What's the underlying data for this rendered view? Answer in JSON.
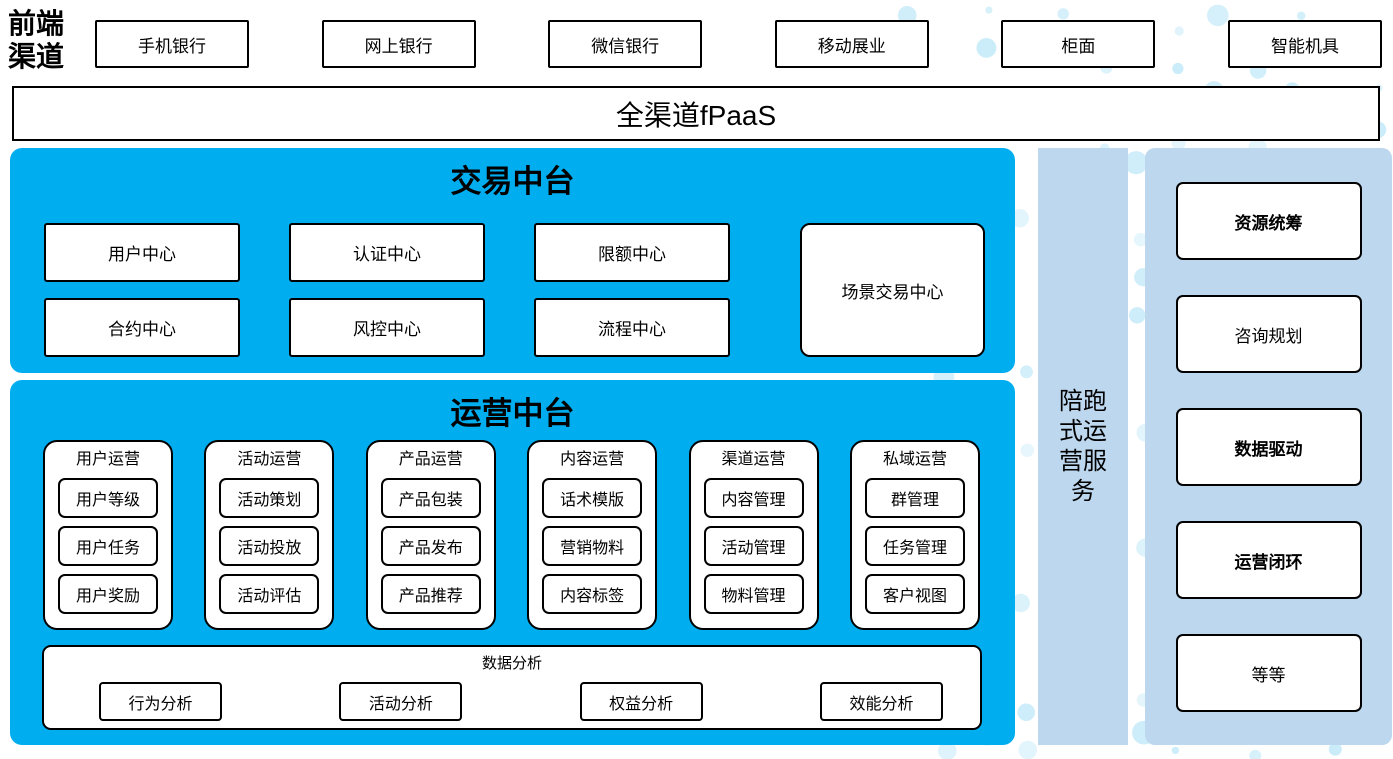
{
  "colors": {
    "primary_blue": "#00AEEF",
    "panel_light_blue": "#BDD7EE",
    "dot_color": "#C7EBF9",
    "border": "#000000"
  },
  "front_channels": {
    "label": "前端渠道",
    "items": [
      {
        "label": "手机银行"
      },
      {
        "label": "网上银行"
      },
      {
        "label": "微信银行"
      },
      {
        "label": "移动展业"
      },
      {
        "label": "柜面"
      },
      {
        "label": "智能机具"
      }
    ]
  },
  "fpaas_bar": {
    "label": "全渠道fPaaS"
  },
  "trade_platform": {
    "title": "交易中台",
    "centers": [
      {
        "label": "用户中心"
      },
      {
        "label": "认证中心"
      },
      {
        "label": "限额中心"
      },
      {
        "label": "合约中心"
      },
      {
        "label": "风控中心"
      },
      {
        "label": "流程中心"
      }
    ],
    "scene_center": "场景交易中心"
  },
  "operation_platform": {
    "title": "运营中台",
    "groups": [
      {
        "title": "用户运营",
        "items": [
          {
            "label": "用户等级"
          },
          {
            "label": "用户任务"
          },
          {
            "label": "用户奖励"
          }
        ]
      },
      {
        "title": "活动运营",
        "items": [
          {
            "label": "活动策划"
          },
          {
            "label": "活动投放"
          },
          {
            "label": "活动评估"
          }
        ]
      },
      {
        "title": "产品运营",
        "items": [
          {
            "label": "产品包装"
          },
          {
            "label": "产品发布"
          },
          {
            "label": "产品推荐"
          }
        ]
      },
      {
        "title": "内容运营",
        "items": [
          {
            "label": "话术模版"
          },
          {
            "label": "营销物料"
          },
          {
            "label": "内容标签"
          }
        ]
      },
      {
        "title": "渠道运营",
        "items": [
          {
            "label": "内容管理"
          },
          {
            "label": "活动管理"
          },
          {
            "label": "物料管理"
          }
        ]
      },
      {
        "title": "私域运营",
        "items": [
          {
            "label": "群管理"
          },
          {
            "label": "任务管理"
          },
          {
            "label": "客户视图"
          }
        ]
      }
    ],
    "data_analysis": {
      "title": "数据分析",
      "items": [
        {
          "label": "行为分析"
        },
        {
          "label": "活动分析"
        },
        {
          "label": "权益分析"
        },
        {
          "label": "效能分析"
        }
      ]
    }
  },
  "side_service": {
    "label": "陪跑式运营服务"
  },
  "right_panel": {
    "items": [
      {
        "label": "资源统筹",
        "bold": true
      },
      {
        "label": "咨询规划",
        "bold": false
      },
      {
        "label": "数据驱动",
        "bold": true
      },
      {
        "label": "运营闭环",
        "bold": true
      },
      {
        "label": "等等",
        "bold": false
      }
    ]
  }
}
